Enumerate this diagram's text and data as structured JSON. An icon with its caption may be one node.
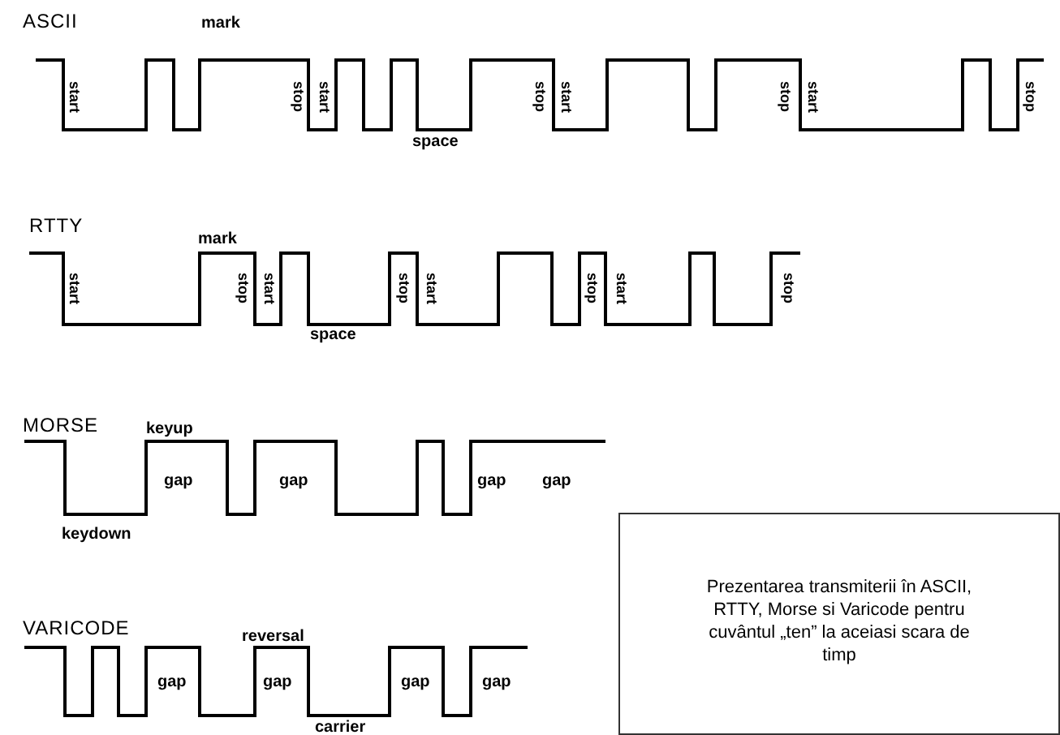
{
  "diagram": {
    "nodes": [
      {
        "text": [
          "Prezentarea transmiterii în ASCII, RTTY, Morse si Varicode pentru cuvântul „ten” la aceiasi scara de timp"
        ]
      }
    ],
    "labels": [
      "ASCII",
      "mark",
      "start",
      "stop",
      "start",
      "space",
      "stop",
      "start",
      "stop",
      "start",
      "stop",
      "RTTY",
      "mark",
      "start",
      "stop",
      "start",
      "space",
      "stop",
      "start",
      "stop",
      "start",
      "stop",
      "MORSE",
      "keyup",
      "gap",
      "gap",
      "gap",
      "gap",
      "keydown",
      "VARICODE",
      "reversal",
      "gap",
      "gap",
      "gap",
      "gap",
      "carrier"
    ]
  }
}
